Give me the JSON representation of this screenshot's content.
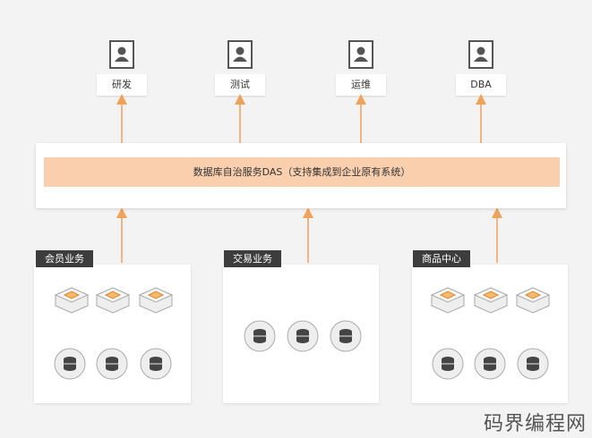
{
  "roles": [
    {
      "label": "研发",
      "icon": "user-icon"
    },
    {
      "label": "测试",
      "icon": "user-icon"
    },
    {
      "label": "运维",
      "icon": "user-icon"
    },
    {
      "label": "DBA",
      "icon": "user-icon"
    }
  ],
  "das": {
    "label": "数据库自治服务DAS（支持集成到企业原有系统）"
  },
  "groups": [
    {
      "title": "会员业务",
      "app_icons": 3,
      "db_icons": 3
    },
    {
      "title": "交易业务",
      "app_icons": 0,
      "db_icons": 3
    },
    {
      "title": "商品中心",
      "app_icons": 3,
      "db_icons": 3
    }
  ],
  "colors": {
    "arrow": "#f0a15a",
    "band": "#f9cfad",
    "title_bg": "#3d3d3d",
    "app_icon": "#f6b96b"
  },
  "watermark": "码界编程网"
}
